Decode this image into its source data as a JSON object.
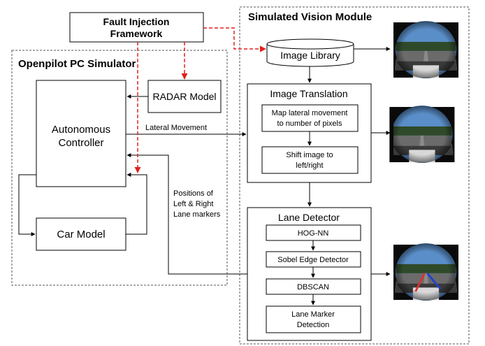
{
  "fault_injection": {
    "line1": "Fault Injection",
    "line2": "Framework"
  },
  "simulator": {
    "title": "Openpilot PC Simulator",
    "radar_model": "RADAR Model",
    "controller": {
      "line1": "Autonomous",
      "line2": "Controller"
    },
    "car_model": "Car Model"
  },
  "vision_module": {
    "title": "Simulated Vision Module",
    "image_library": "Image Library",
    "image_translation": {
      "title": "Image Translation",
      "step1": {
        "line1": "Map lateral movement",
        "line2": "to number of pixels"
      },
      "step2": {
        "line1": "Shift image to",
        "line2": "left/right"
      }
    },
    "lane_detector": {
      "title": "Lane Detector",
      "steps": [
        "HOG-NN",
        "Sobel Edge Detector",
        "DBSCAN"
      ],
      "last_step": {
        "line1": "Lane Marker",
        "line2": "Detection"
      }
    }
  },
  "signals": {
    "lateral_movement": "Lateral Movement",
    "positions": {
      "line1": "Positions of",
      "line2": "Left & Right",
      "line3": "Lane markers"
    }
  },
  "colors": {
    "fault_arrow": "#e02020",
    "lane_left": "#e03030",
    "lane_right": "#2040d0",
    "line": "#000000"
  },
  "icons": [
    "road-camera-image-original",
    "road-camera-image-shifted",
    "road-camera-image-lane-detected"
  ]
}
